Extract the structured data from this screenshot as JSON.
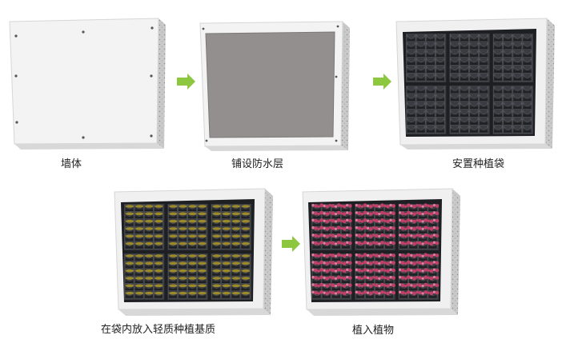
{
  "steps": [
    {
      "id": "wall",
      "label": "墙体"
    },
    {
      "id": "waterproof",
      "label": "铺设防水层"
    },
    {
      "id": "bags",
      "label": "安置种植袋"
    },
    {
      "id": "substrate",
      "label": "在袋内放入轻质种植基质"
    },
    {
      "id": "plants",
      "label": "植入植物"
    }
  ],
  "colors": {
    "arrow": "#8dc63f",
    "wall_face": "#f3f3f3",
    "frame_side": "#cfcfcf",
    "membrane": "#948f8f",
    "bag_dark": "#2f3136",
    "substrate": "#9c8a2a",
    "plant": "#c04068"
  },
  "icons": {
    "arrow": "right-arrow-icon"
  }
}
